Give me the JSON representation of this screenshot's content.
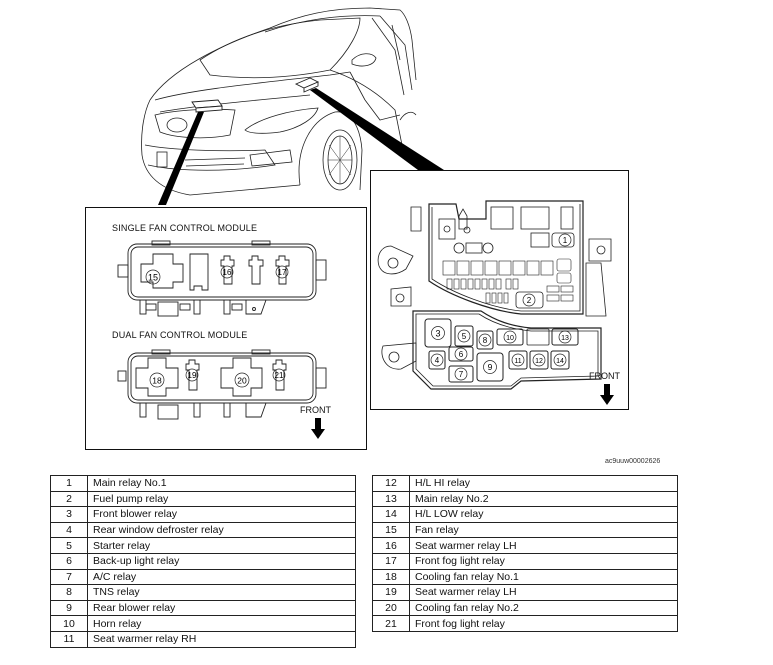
{
  "diagram": {
    "single_module": {
      "title": "SINGLE FAN CONTROL MODULE",
      "slots": [
        "15",
        "16",
        "17"
      ]
    },
    "dual_module": {
      "title": "DUAL FAN CONTROL MODULE",
      "slots": [
        "18",
        "19",
        "20",
        "21"
      ]
    },
    "main_box": {
      "slots": [
        "1",
        "2",
        "3",
        "4",
        "5",
        "6",
        "7",
        "8",
        "9",
        "10",
        "11",
        "12",
        "13",
        "14"
      ]
    },
    "front_label_left": "FRONT",
    "front_label_right": "FRONT",
    "reference_code": "ac9uuw00002626"
  },
  "relay_table_left": [
    {
      "num": "1",
      "name": "Main relay No.1"
    },
    {
      "num": "2",
      "name": "Fuel pump relay"
    },
    {
      "num": "3",
      "name": "Front blower relay"
    },
    {
      "num": "4",
      "name": "Rear window defroster relay"
    },
    {
      "num": "5",
      "name": "Starter relay"
    },
    {
      "num": "6",
      "name": "Back-up light relay"
    },
    {
      "num": "7",
      "name": "A/C relay"
    },
    {
      "num": "8",
      "name": "TNS relay"
    },
    {
      "num": "9",
      "name": "Rear blower relay"
    },
    {
      "num": "10",
      "name": "Horn relay"
    },
    {
      "num": "11",
      "name": "Seat warmer relay RH"
    }
  ],
  "relay_table_right": [
    {
      "num": "12",
      "name": "H/L HI relay"
    },
    {
      "num": "13",
      "name": "Main relay No.2"
    },
    {
      "num": "14",
      "name": "H/L LOW relay"
    },
    {
      "num": "15",
      "name": "Fan relay"
    },
    {
      "num": "16",
      "name": "Seat warmer relay LH"
    },
    {
      "num": "17",
      "name": "Front fog light relay"
    },
    {
      "num": "18",
      "name": "Cooling fan relay No.1"
    },
    {
      "num": "19",
      "name": "Seat warmer relay LH"
    },
    {
      "num": "20",
      "name": "Cooling fan relay No.2"
    },
    {
      "num": "21",
      "name": "Front fog light relay"
    }
  ]
}
